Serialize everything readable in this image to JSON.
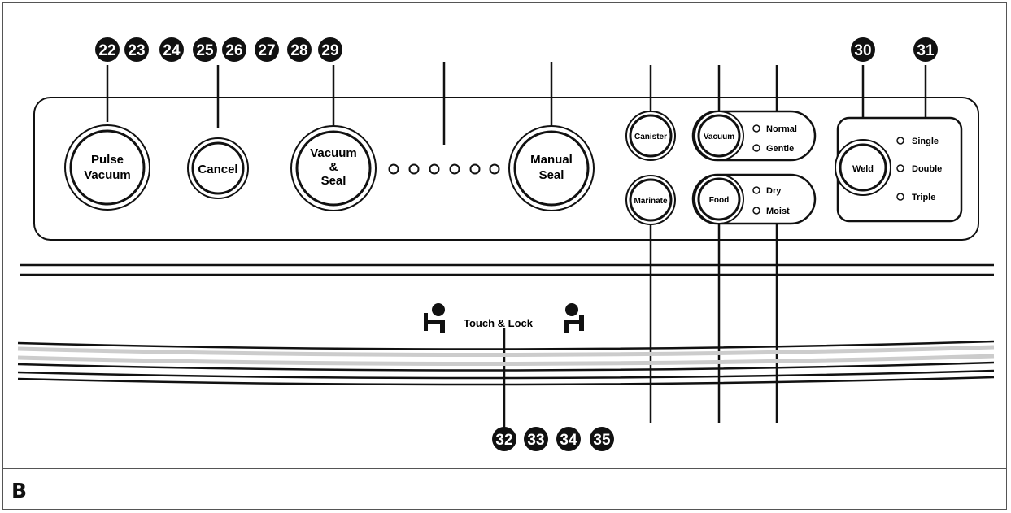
{
  "caption": "B",
  "callouts": {
    "top_left": [
      "22",
      "23",
      "24",
      "25",
      "26",
      "27",
      "28",
      "29"
    ],
    "top_right_a": "30",
    "top_right_b": "31",
    "bottom": [
      "32",
      "33",
      "34",
      "35"
    ]
  },
  "buttons": {
    "pulse_vacuum": [
      "Pulse",
      "Vacuum"
    ],
    "cancel": "Cancel",
    "vacuum_seal": [
      "Vacuum",
      "&",
      "Seal"
    ],
    "manual_seal": [
      "Manual",
      "Seal"
    ],
    "canister": "Canister",
    "marinate": "Marinate",
    "vacuum": "Vacuum",
    "food": "Food",
    "weld": "Weld"
  },
  "options": {
    "vacuum": [
      "Normal",
      "Gentle"
    ],
    "food": [
      "Dry",
      "Moist"
    ],
    "weld": [
      "Single",
      "Double",
      "Triple"
    ]
  },
  "lock_label": "Touch & Lock",
  "colors": {
    "ink": "#111111",
    "light_line": "#cccccc",
    "frame": "#555555"
  }
}
